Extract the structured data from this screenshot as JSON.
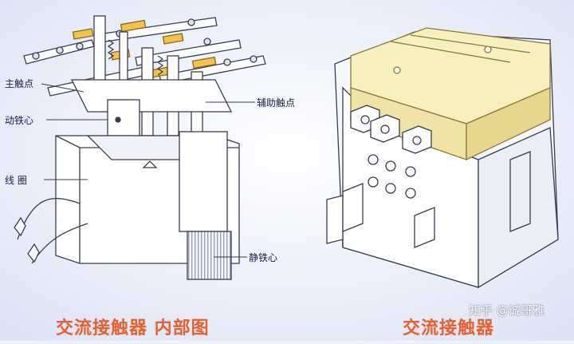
{
  "labels": {
    "main_contact": "主触点",
    "aux_contact": "辅助触点",
    "moving_core": "动铁心",
    "coil": "线  圈",
    "static_core": "静铁心"
  },
  "captions": {
    "left": "交流接触器 内部图",
    "right": "交流接触器"
  },
  "watermark": "知乎 @诚哥雅"
}
